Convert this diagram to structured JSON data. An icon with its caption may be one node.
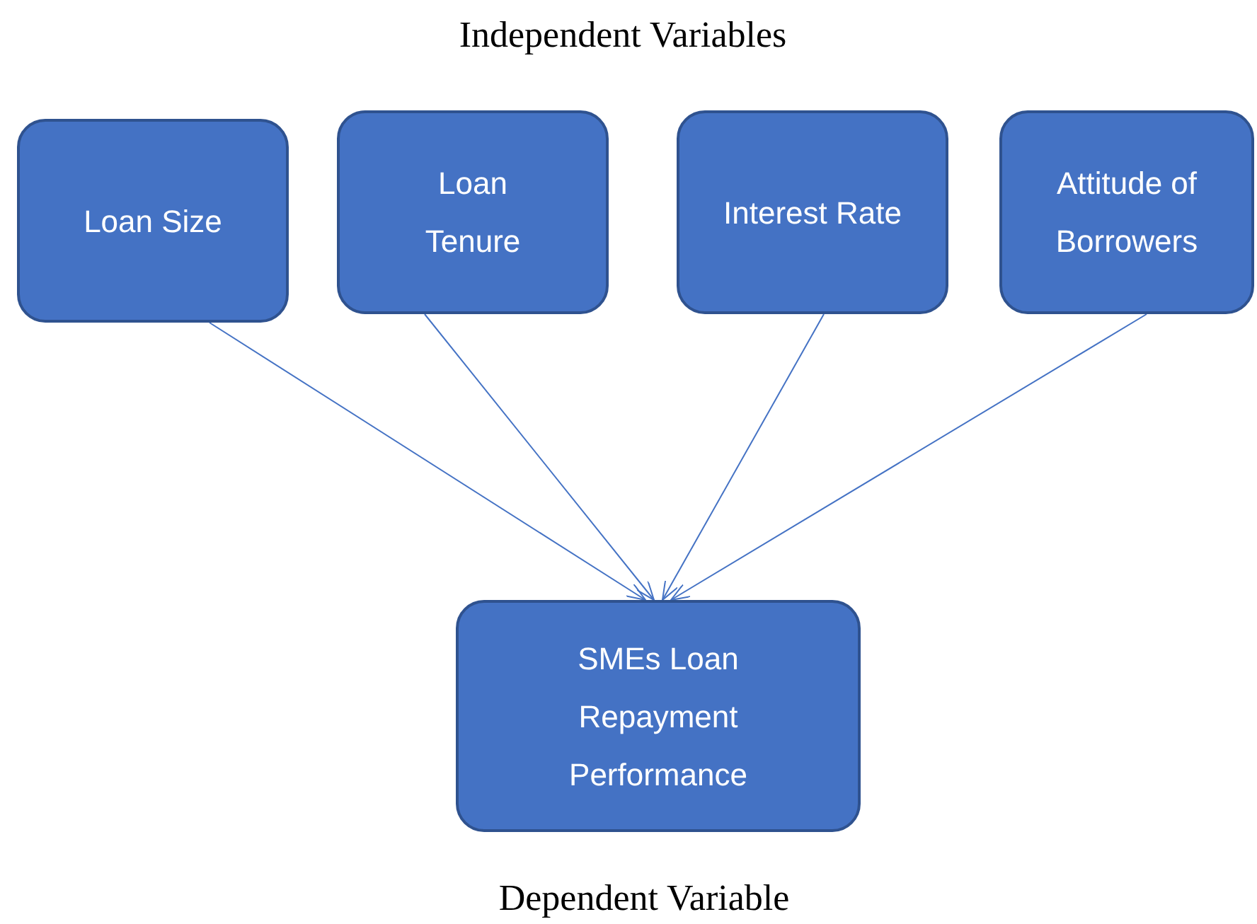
{
  "diagram": {
    "title": "Independent Variables",
    "nodes": [
      {
        "text": [
          "Loan Size"
        ]
      },
      {
        "text": [
          "Loan Tenure"
        ]
      },
      {
        "text": [
          "Interest Rate"
        ]
      },
      {
        "text": [
          "Attitude of Borrowers"
        ]
      },
      {
        "text": [
          "SMEs Loan Repayment Performance"
        ]
      }
    ],
    "edges": [
      {
        "from": 0,
        "to": 4,
        "arrow": "to"
      },
      {
        "from": 1,
        "to": 4,
        "arrow": "to"
      },
      {
        "from": 2,
        "to": 4,
        "arrow": "to"
      },
      {
        "from": 3,
        "to": 4,
        "arrow": "to"
      }
    ],
    "labels": [
      "Dependent Variable"
    ]
  }
}
